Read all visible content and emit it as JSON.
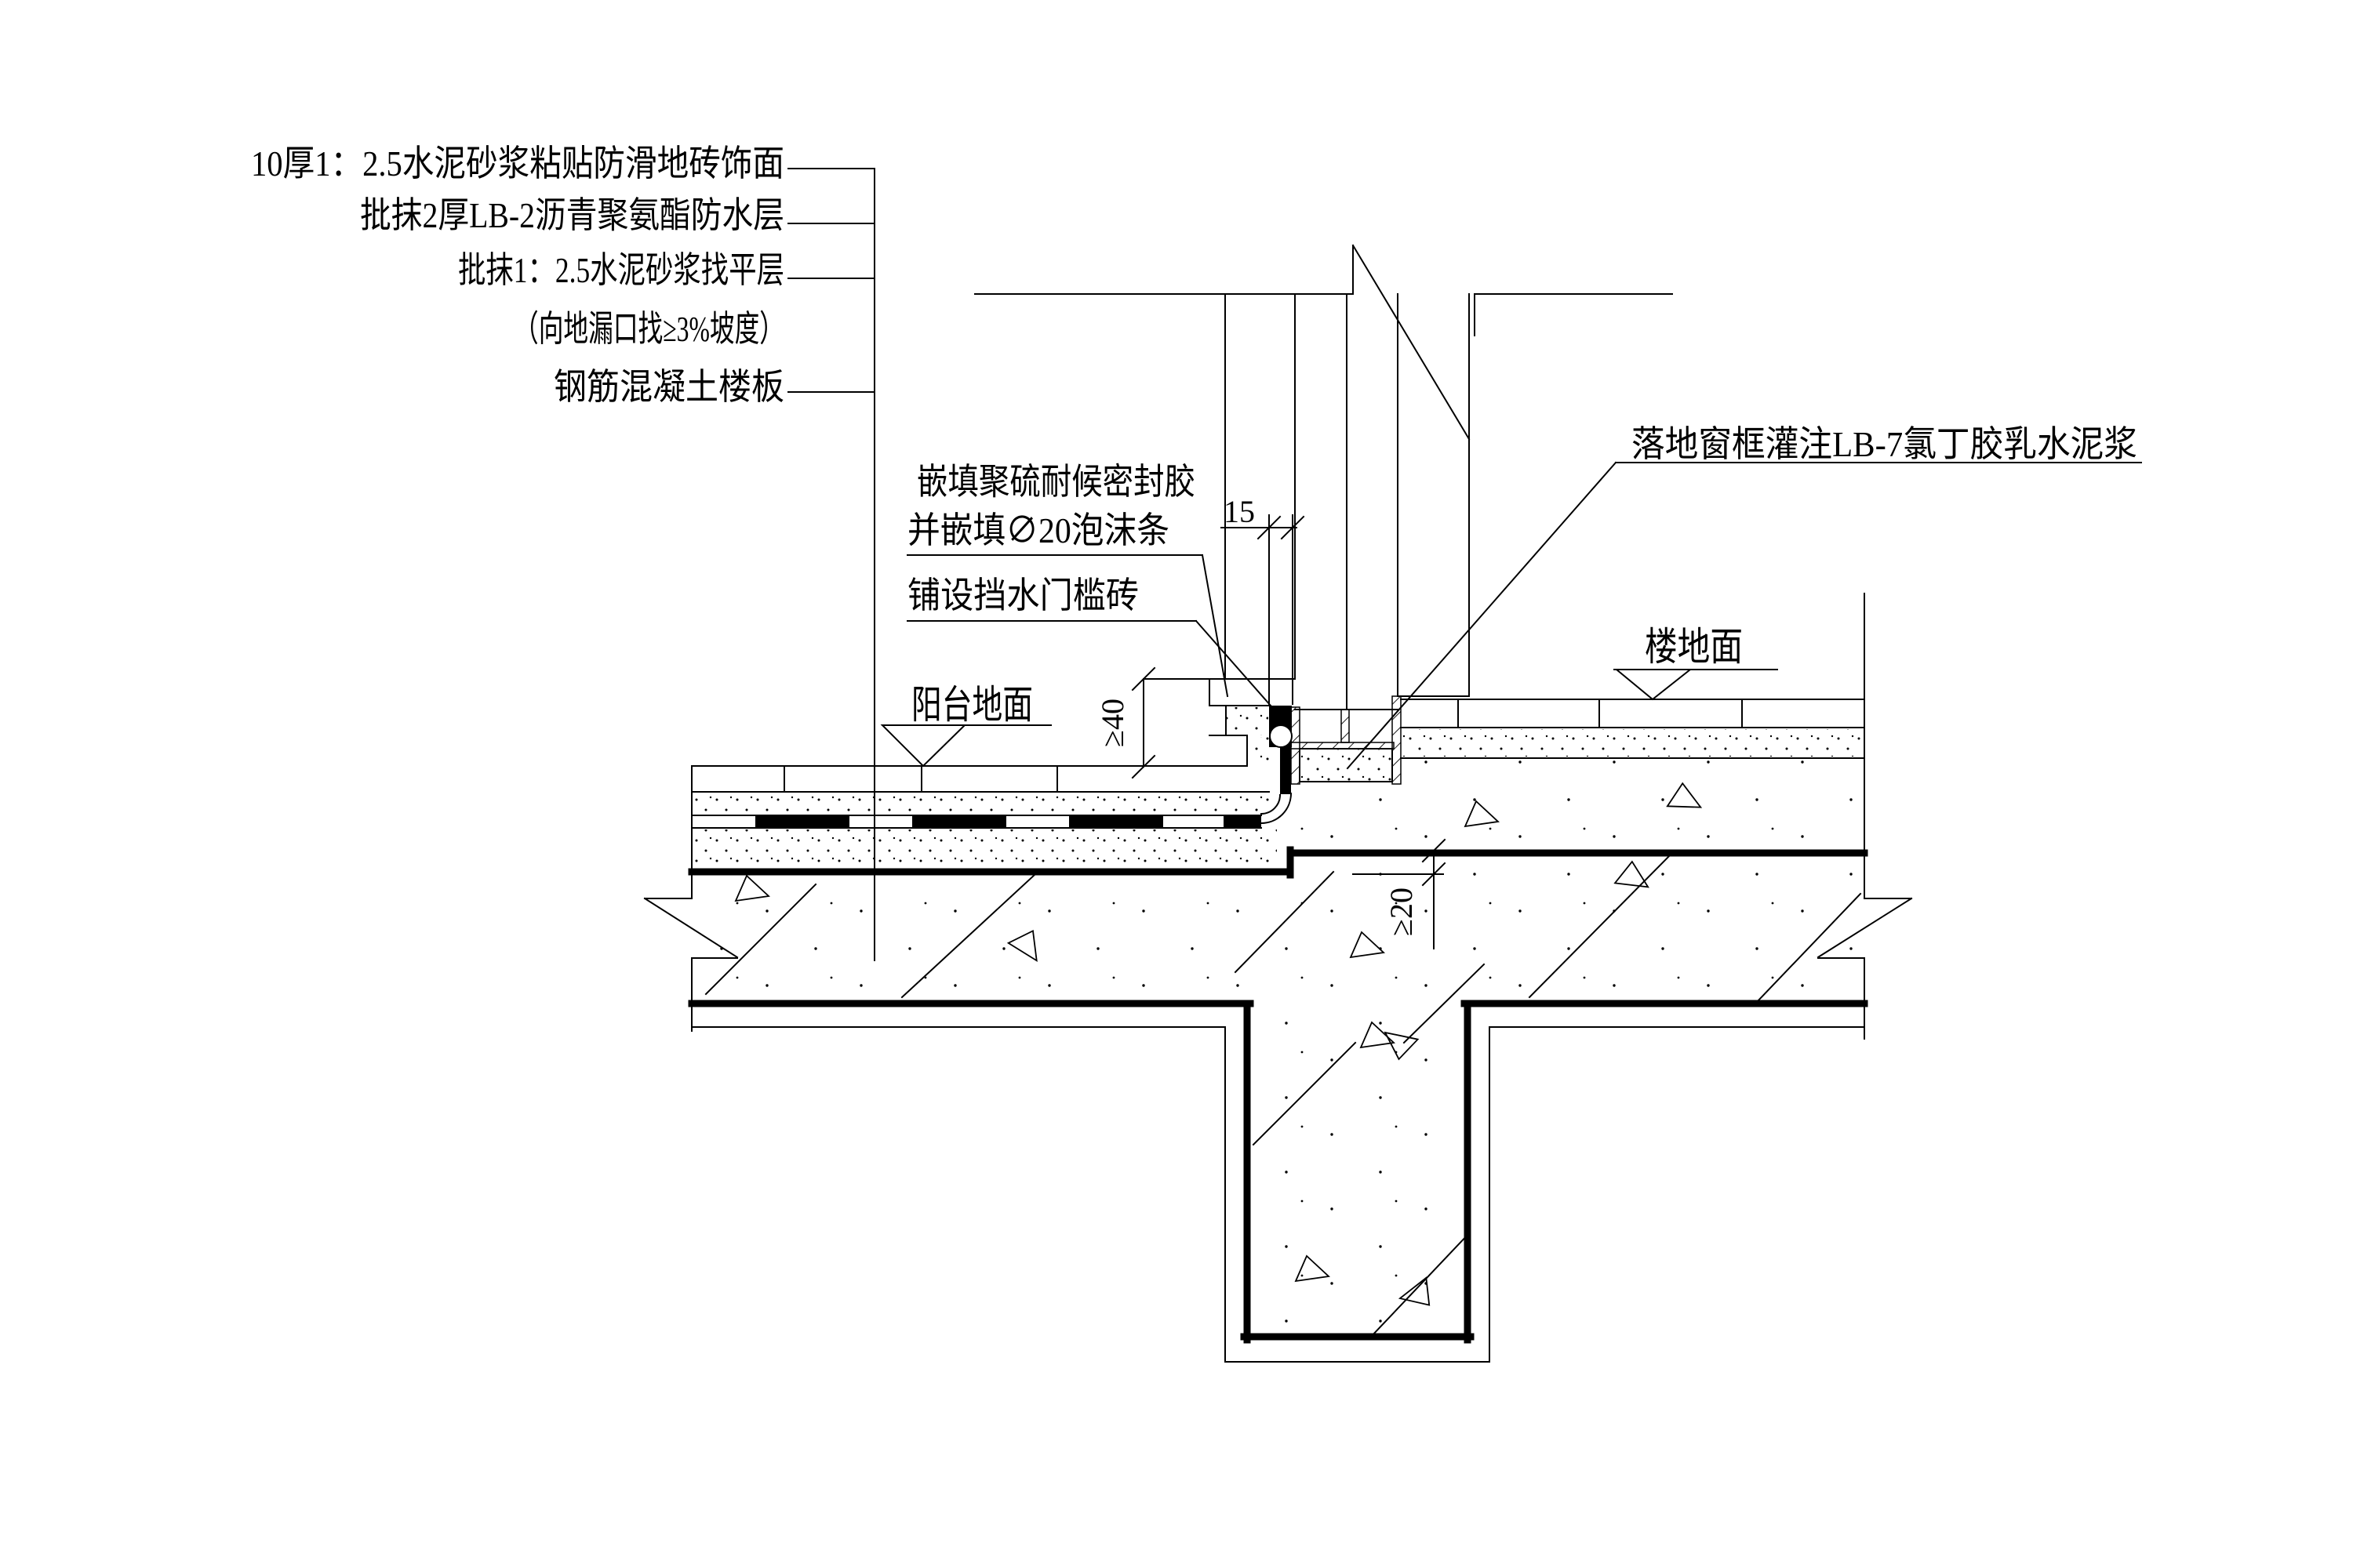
{
  "drawing": {
    "callouts_left": [
      "10厚1：2.5水泥砂浆粘贴防滑地砖饰面",
      "批抹2厚LB-2沥青聚氨酯防水层",
      "批抹1：2.5水泥砂浆找平层",
      "（向地漏口找≥3%坡度）",
      "钢筋混凝土楼板"
    ],
    "callouts_mid": [
      "嵌填聚硫耐候密封胶",
      "并嵌填∅20泡沫条",
      "铺设挡水门槛砖"
    ],
    "callout_right": "落地窗框灌注LB-7氯丁胶乳水泥浆",
    "labels": {
      "balcony_floor": "阳台地面",
      "room_floor": "楼地面"
    },
    "dimensions": {
      "joint_width": "15",
      "sill_height": "≥40",
      "slab_recess": "≥20"
    },
    "line_color": "#000000",
    "background_color": "#ffffff"
  }
}
